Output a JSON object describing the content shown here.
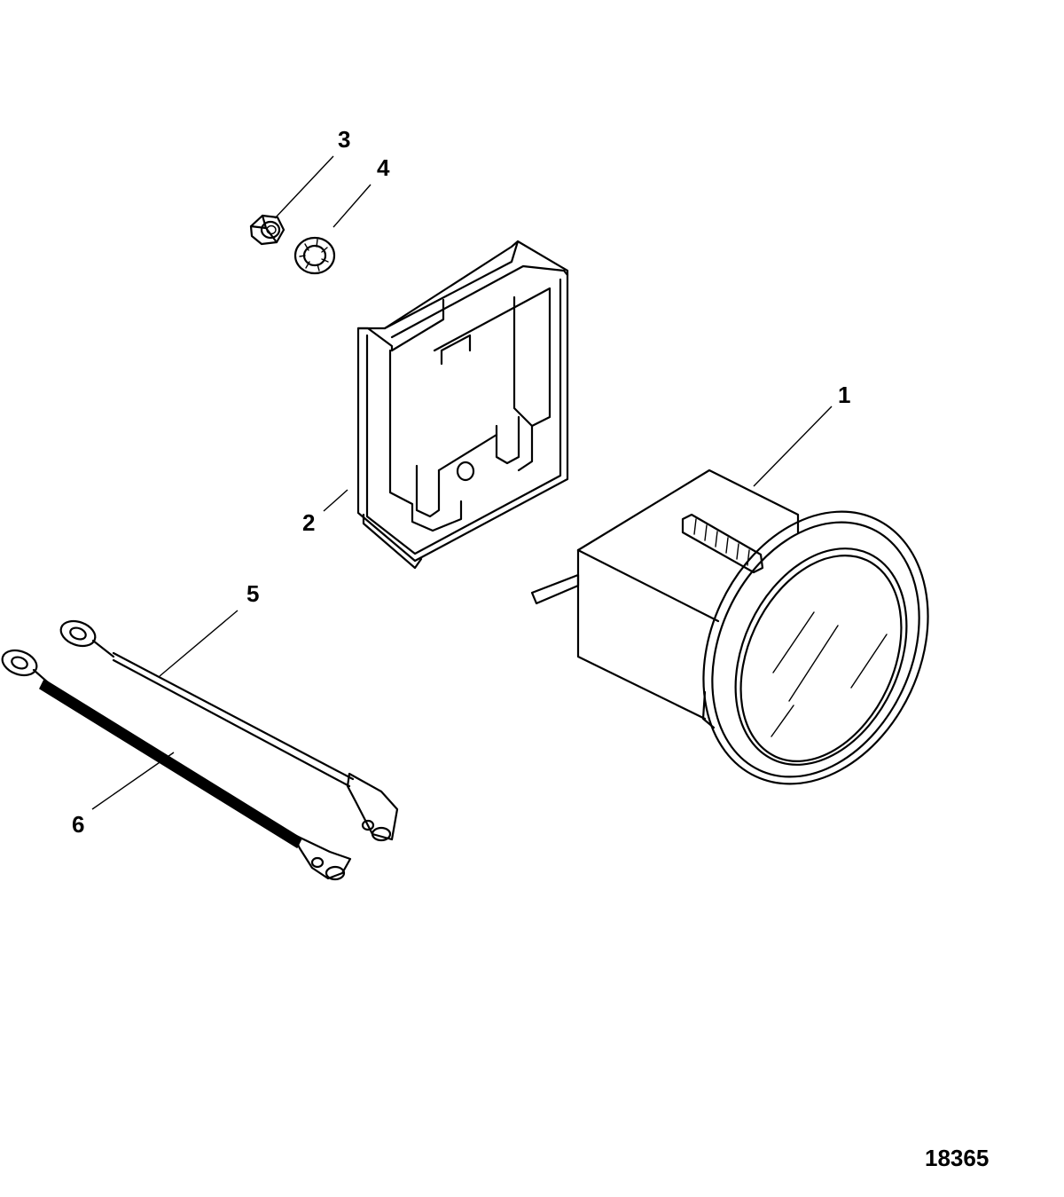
{
  "diagram": {
    "figure_number": "18365",
    "callouts": {
      "c1": "1",
      "c2": "2",
      "c3": "3",
      "c4": "4",
      "c5": "5",
      "c6": "6"
    }
  }
}
